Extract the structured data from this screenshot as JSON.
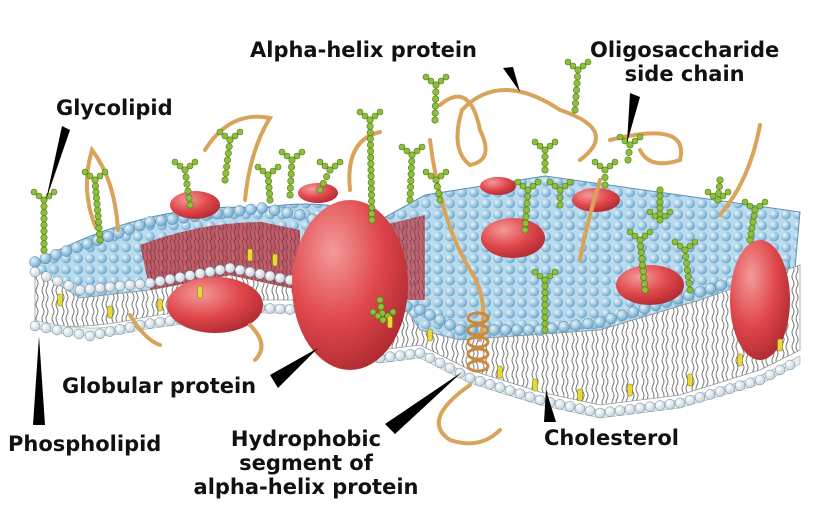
{
  "labels": {
    "alpha_helix_protein": "Alpha-helix protein",
    "oligosaccharide_line1": "Oligosaccharide",
    "oligosaccharide_line2": "side chain",
    "glycolipid": "Glycolipid",
    "globular_protein": "Globular protein",
    "phospholipid": "Phospholipid",
    "hydrophobic_line1": "Hydrophobic",
    "hydrophobic_line2": "segment of",
    "hydrophobic_line3": "alpha-helix protein",
    "cholesterol": "Cholesterol"
  },
  "colors": {
    "background": "#ffffff",
    "head_blue": "#8fc3e0",
    "head_white": "#f2f6f8",
    "protein_red": "#e0484c",
    "sugar_green": "#8fbf3a",
    "chain_tan": "#d9a35a",
    "tail_yellow": "#e8d83a",
    "pointer": "#000000"
  }
}
